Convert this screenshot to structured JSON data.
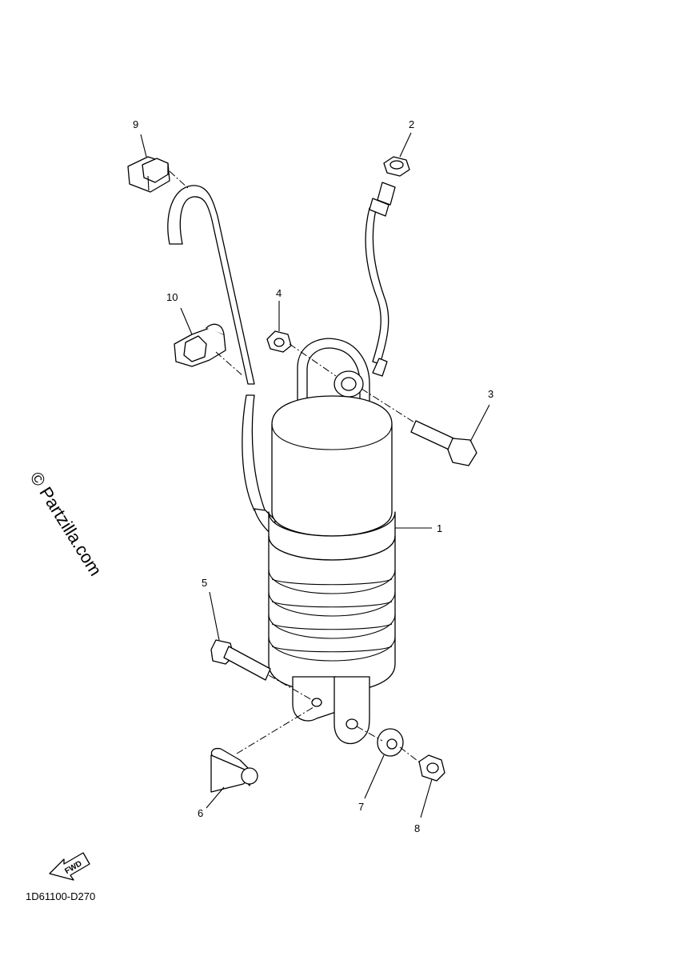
{
  "diagram": {
    "callouts": [
      "1",
      "2",
      "3",
      "4",
      "5",
      "6",
      "7",
      "8",
      "9",
      "10"
    ],
    "diagram_code": "1D61100-D270",
    "watermark": "© Partzilla.com",
    "fwd_label": "FWD"
  }
}
